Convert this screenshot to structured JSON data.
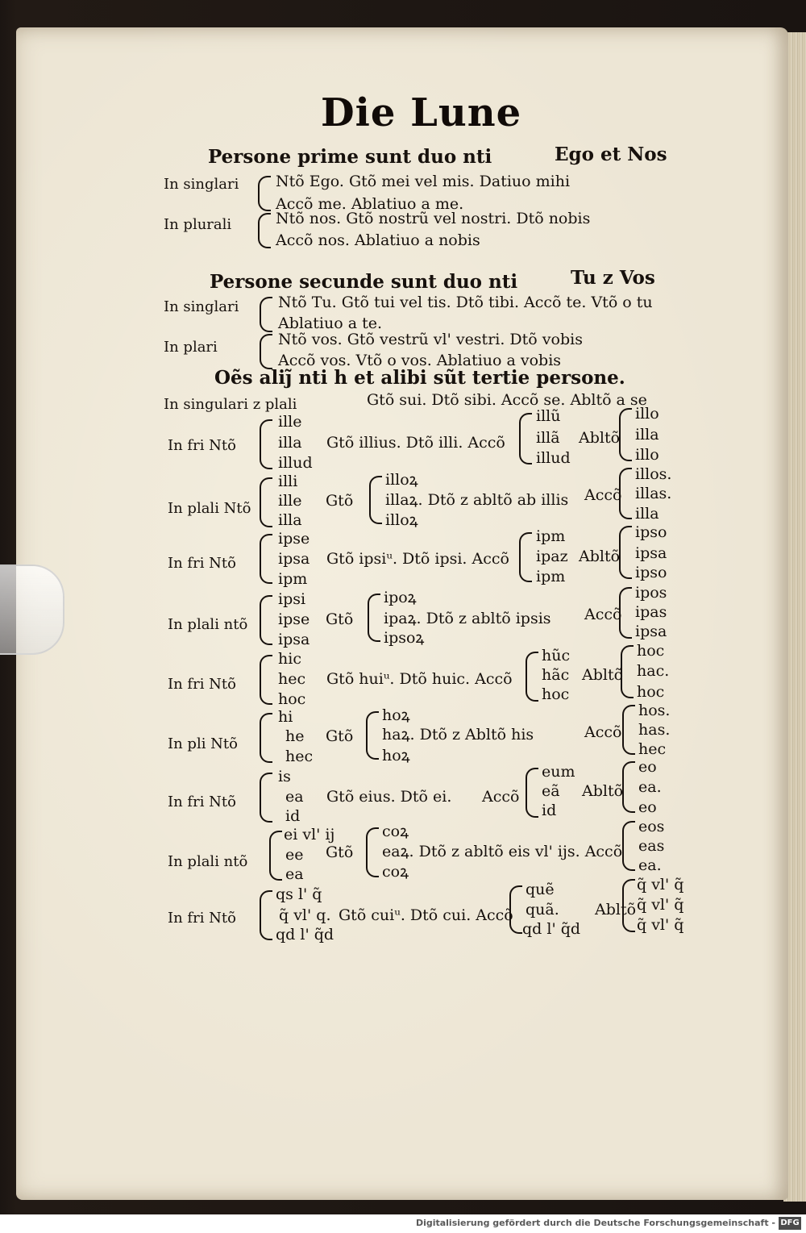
{
  "document": {
    "title": "Die Lune",
    "sections": {
      "prime_header": "Persone prime sunt duo nti",
      "prime_tag": "Ego et Nos",
      "secunde_header": "Persone secunde sunt duo nti",
      "secunde_tag": "Tu z Vos",
      "omnes_header": "Oẽs aliȷ̃ nti h et alibi sũt tertie persone."
    },
    "lines": {
      "l1_label": "In singlari",
      "l1_a": "Ntõ Ego. Gtõ mei vel mis. Datiuo mihi",
      "l1_b": "Accõ me. Ablatiuo a me.",
      "l2_label": "In plurali",
      "l2_a": "Ntõ nos. Gtõ nostrũ vel nostri. Dtõ nobis",
      "l2_b": "Accõ nos. Ablatiuo a nobis",
      "l3_label": "In singlari",
      "l3_a": "Ntõ Tu. Gtõ tui vel tis. Dtõ tibi. Accõ te. Vtõ o tu",
      "l3_b": "Ablatiuo a te.",
      "l4_label": "In plari",
      "l4_a": "Ntõ vos. Gtõ vestrũ vl' vestri. Dtõ vobis",
      "l4_b": "Accõ vos. Vtõ o vos. Ablatiuo a vobis",
      "l5_label": "In singulari z plali",
      "l5_a": "Gtõ sui. Dtõ sibi. Accõ se. Abltõ a se"
    },
    "paradigms": [
      {
        "label": "In fri Ntõ",
        "nom": [
          "ille",
          "illa",
          "illud"
        ],
        "mid": "Gtõ illius. Dtõ illi. Accõ",
        "acc": [
          "illũ",
          "illã",
          "illud"
        ],
        "abl_label": "Abltõ",
        "abl": [
          "illo",
          "illa",
          "illo"
        ]
      },
      {
        "label": "In plali Ntõ",
        "nom": [
          "illi",
          "ille",
          "illa"
        ],
        "gen_label": "Gtõ",
        "gen": [
          "illoꝝ",
          "illaꝝ. Dtõ z abltõ ab illis",
          "illoꝝ"
        ],
        "acc_label": "Accõ",
        "acc": [
          "illos.",
          "illas.",
          "illa"
        ]
      },
      {
        "label": "In fri Ntõ",
        "nom": [
          "ipse",
          "ipsa",
          "ipm"
        ],
        "mid": "Gtõ ipsiᵘ. Dtõ ipsi. Accõ",
        "acc": [
          "ipm",
          "ipaz",
          "ipm"
        ],
        "abl_label": "Abltõ",
        "abl": [
          "ipso",
          "ipsa",
          "ipso"
        ]
      },
      {
        "label": "In plali ntõ",
        "nom": [
          "ipsi",
          "ipse",
          "ipsa"
        ],
        "gen_label": "Gtõ",
        "gen": [
          "ipoꝝ",
          "ipaꝝ. Dtõ z abltõ ipsis",
          "ipsoꝝ"
        ],
        "acc_label": "Accõ",
        "acc": [
          "ipos",
          "ipas",
          "ipsa"
        ]
      },
      {
        "label": "In fri Ntõ",
        "nom": [
          "hic",
          "hec",
          "hoc"
        ],
        "mid": "Gtõ huiᵘ. Dtõ huic. Accõ",
        "acc": [
          "hũc",
          "hãc",
          "hoc"
        ],
        "abl_label": "Abltõ",
        "abl": [
          "hoc",
          "hac.",
          "hoc"
        ]
      },
      {
        "label": "In pli Ntõ",
        "nom": [
          "hi",
          "he",
          "hec"
        ],
        "gen_label": "Gtõ",
        "gen": [
          "hoꝝ",
          "haꝝ. Dtõ z Abltõ his",
          "hoꝝ"
        ],
        "acc_label": "Accõ",
        "acc": [
          "hos.",
          "has.",
          "hec"
        ]
      },
      {
        "label": "In fri Ntõ",
        "nom": [
          "is",
          "ea",
          "id"
        ],
        "mid": "Gtõ eius. Dtõ ei.",
        "acc_label": "Accõ",
        "acc": [
          "eum",
          "eã",
          "id"
        ],
        "abl_label": "Abltõ",
        "abl": [
          "eo",
          "ea.",
          "eo"
        ]
      },
      {
        "label": "In plali ntõ",
        "nom": [
          "ei vl' ij",
          "ee",
          "ea"
        ],
        "gen_label": "Gtõ",
        "gen": [
          "coꝝ",
          "eaꝝ. Dtõ z abltõ eis vl' ijs. Accõ",
          "coꝝ"
        ],
        "acc": [
          "eos",
          "eas",
          "ea."
        ]
      },
      {
        "label": "In fri Ntõ",
        "nom": [
          "qs l' q̃",
          "q̃ vl' q.",
          "qd l' q̃d"
        ],
        "mid": "Gtõ cuiᵘ. Dtõ cui. Accõ",
        "acc": [
          "quẽ",
          "quã.",
          "qd l' q̃d"
        ],
        "abl_label": "Abltõ",
        "abl": [
          "q̃ vl' q̃",
          "q̃ vl' q̃",
          "q̃ vl' q̃"
        ]
      }
    ],
    "footer": "Digitalisierung gefördert durch die Deutsche Forschungsgemeinschaft -",
    "footer_logo": "DFG"
  }
}
